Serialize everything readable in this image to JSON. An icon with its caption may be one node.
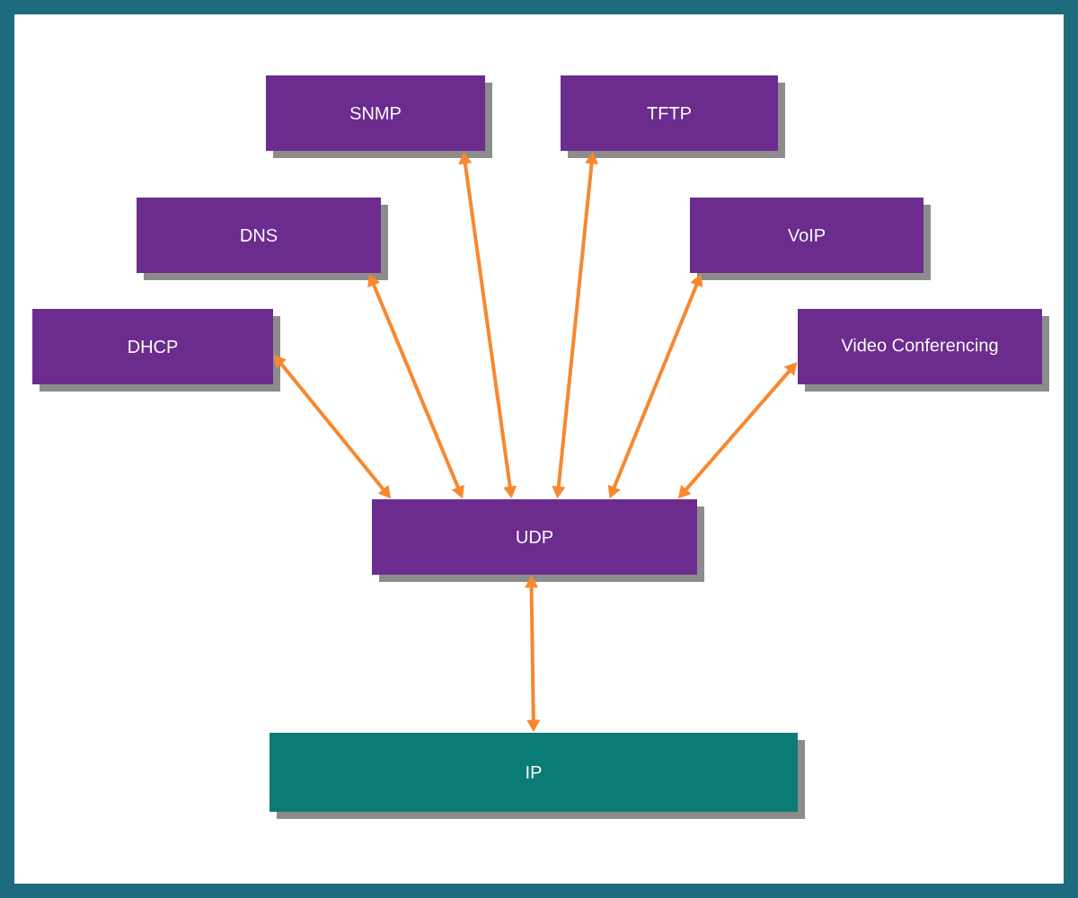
{
  "diagram": {
    "nodes": [
      {
        "text": [
          "SNMP"
        ]
      },
      {
        "text": [
          "TFTP"
        ]
      },
      {
        "text": [
          "DNS"
        ]
      },
      {
        "text": [
          "VoIP"
        ]
      },
      {
        "text": [
          "DHCP"
        ]
      },
      {
        "text": [
          "Video Conferencing"
        ]
      },
      {
        "text": [
          "UDP"
        ]
      },
      {
        "text": [
          "IP"
        ]
      }
    ],
    "edges": [
      {
        "from": 4,
        "to": 6,
        "arrow": "both"
      },
      {
        "from": 2,
        "to": 6,
        "arrow": "both"
      },
      {
        "from": 0,
        "to": 6,
        "arrow": "both"
      },
      {
        "from": 1,
        "to": 6,
        "arrow": "both"
      },
      {
        "from": 3,
        "to": 6,
        "arrow": "both"
      },
      {
        "from": 5,
        "to": 6,
        "arrow": "both"
      },
      {
        "from": 6,
        "to": 7,
        "arrow": "both"
      }
    ]
  }
}
